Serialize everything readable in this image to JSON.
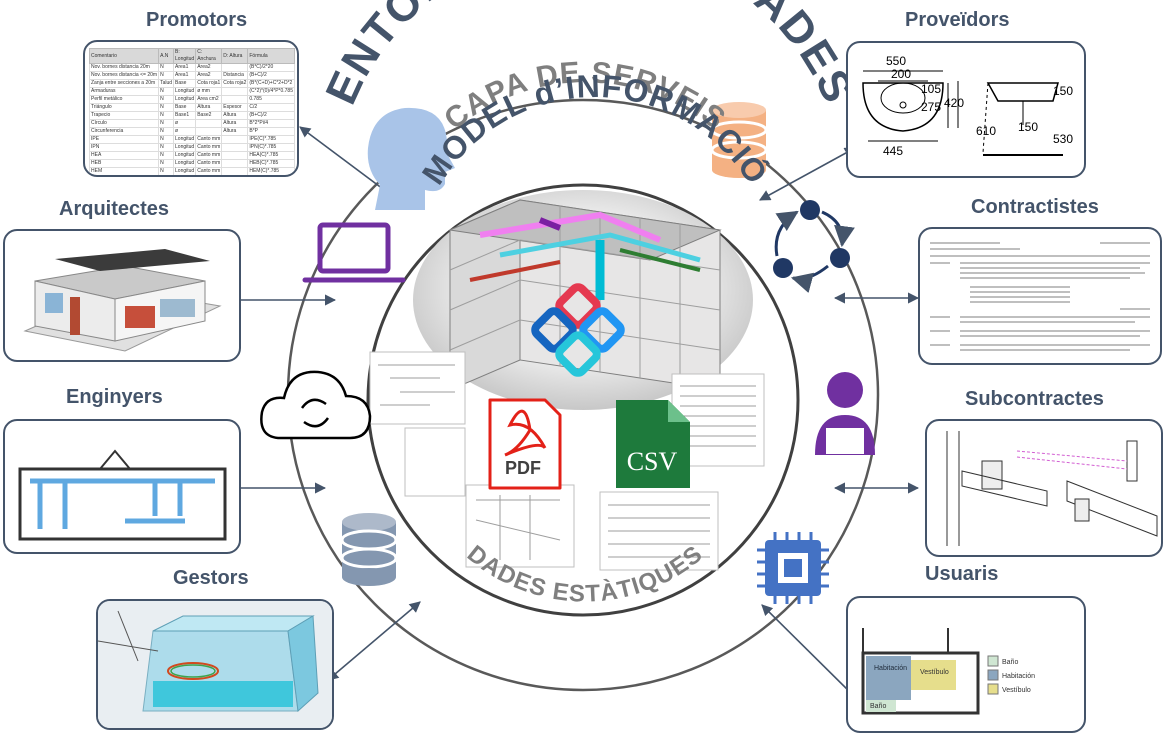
{
  "diagram": {
    "title": "ENTORN COMÚ DE DADES",
    "layers": {
      "services": "CAPA DE SERVEIS",
      "information_model": "MODEL d’INFORMACIÓ",
      "static_data": "DADES ESTÀTIQUES"
    },
    "file_icons": {
      "pdf": "PDF",
      "csv": "CSV"
    },
    "roles": {
      "promotors": "Promotors",
      "arquitectes": "Arquitectes",
      "enginyers": "Enginyers",
      "gestors": "Gestors",
      "proveidors": "Proveïdors",
      "contractistes": "Contractistes",
      "subcontractes": "Subcontractes",
      "usuaris": "Usuaris"
    },
    "drawing_dims": [
      "550",
      "200",
      "105",
      "275",
      "420",
      "445",
      "150",
      "610",
      "150",
      "530"
    ],
    "room_legend": [
      "Baño",
      "Habitación",
      "Vestíbulo"
    ],
    "room_labels": [
      "Habitación",
      "Vestíbulo",
      "Baño"
    ],
    "table_headers": [
      "Comentario",
      "A.N",
      "B: Longitud",
      "C: Anchura",
      "D: Altura",
      "Fórmula"
    ],
    "table_rows": [
      [
        "Nov. bornes distancia 20m",
        "N",
        "Area1",
        "Area2",
        "",
        "(B*C)/2*20"
      ],
      [
        "Nov. bornes distancia <= 20m",
        "N",
        "Area1",
        "Area2",
        "Distancia",
        "(B+C)/2"
      ],
      [
        "Zanja entre secciones a 20m",
        "Talud",
        "Base",
        "Cota roja1",
        "Cota roja2",
        "(B*(C+D)+C*2+D*2"
      ],
      [
        "Armaduras",
        "N",
        "Longitud",
        "ø mm",
        "",
        "(C*2)*(0)/4*P*0.785"
      ],
      [
        "Perfil metálico",
        "N",
        "Longitud",
        "Area cm2",
        "",
        "0.785"
      ],
      [
        "Triángulo",
        "N",
        "Base",
        "Altura",
        "Espesor",
        "C/2"
      ],
      [
        "Trapecio",
        "N",
        "Base1",
        "Base2",
        "Altura",
        "(B+C)/2"
      ],
      [
        "Círculo",
        "N",
        "ø",
        "",
        "Altura",
        "B*2*Pi/4"
      ],
      [
        "Circunferencia",
        "N",
        "ø",
        "",
        "Altura",
        "B*P"
      ],
      [
        "IPE",
        "N",
        "Longitud",
        "Canto mm",
        "",
        "IPE(C)*.785"
      ],
      [
        "IPN",
        "N",
        "Longitud",
        "Canto mm",
        "",
        "IPN(C)*.785"
      ],
      [
        "HEA",
        "N",
        "Longitud",
        "Canto mm",
        "",
        "HEA(C)*.785"
      ],
      [
        "HEB",
        "N",
        "Longitud",
        "Canto mm",
        "",
        "HEB(C)*.785"
      ],
      [
        "HEM",
        "N",
        "Longitud",
        "Canto mm",
        "",
        "HEM(C)*.785"
      ]
    ],
    "colors": {
      "title": "#44546a",
      "arc_text": "#7f7f7f",
      "purple": "#7030a0",
      "blue": "#4472c4",
      "orange": "#f4b183",
      "slate": "#8497b0",
      "navy": "#203864",
      "pdf_red": "#e32118",
      "csv_green": "#1e7a3c"
    },
    "icons": [
      "head-icon",
      "database-orange-icon",
      "laptop-icon",
      "cycle-icon",
      "cloud-sync-icon",
      "developer-icon",
      "database-gray-icon",
      "chip-icon"
    ]
  }
}
